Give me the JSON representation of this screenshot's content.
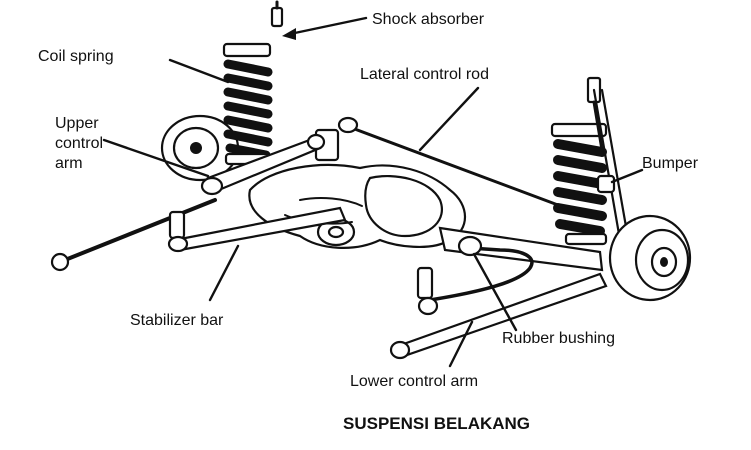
{
  "labels": {
    "shock_absorber": "Shock absorber",
    "coil_spring": "Coil spring",
    "lateral_control_rod": "Lateral control rod",
    "upper_control_arm_line1": "Upper",
    "upper_control_arm_line2": "control",
    "upper_control_arm_line3": "arm",
    "bumper": "Bumper",
    "stabilizer_bar": "Stabilizer bar",
    "rubber_bushing": "Rubber bushing",
    "lower_control_arm": "Lower control arm"
  },
  "caption": "SUSPENSI BELAKANG",
  "colors": {
    "ink": "#111111",
    "background": "#ffffff"
  }
}
